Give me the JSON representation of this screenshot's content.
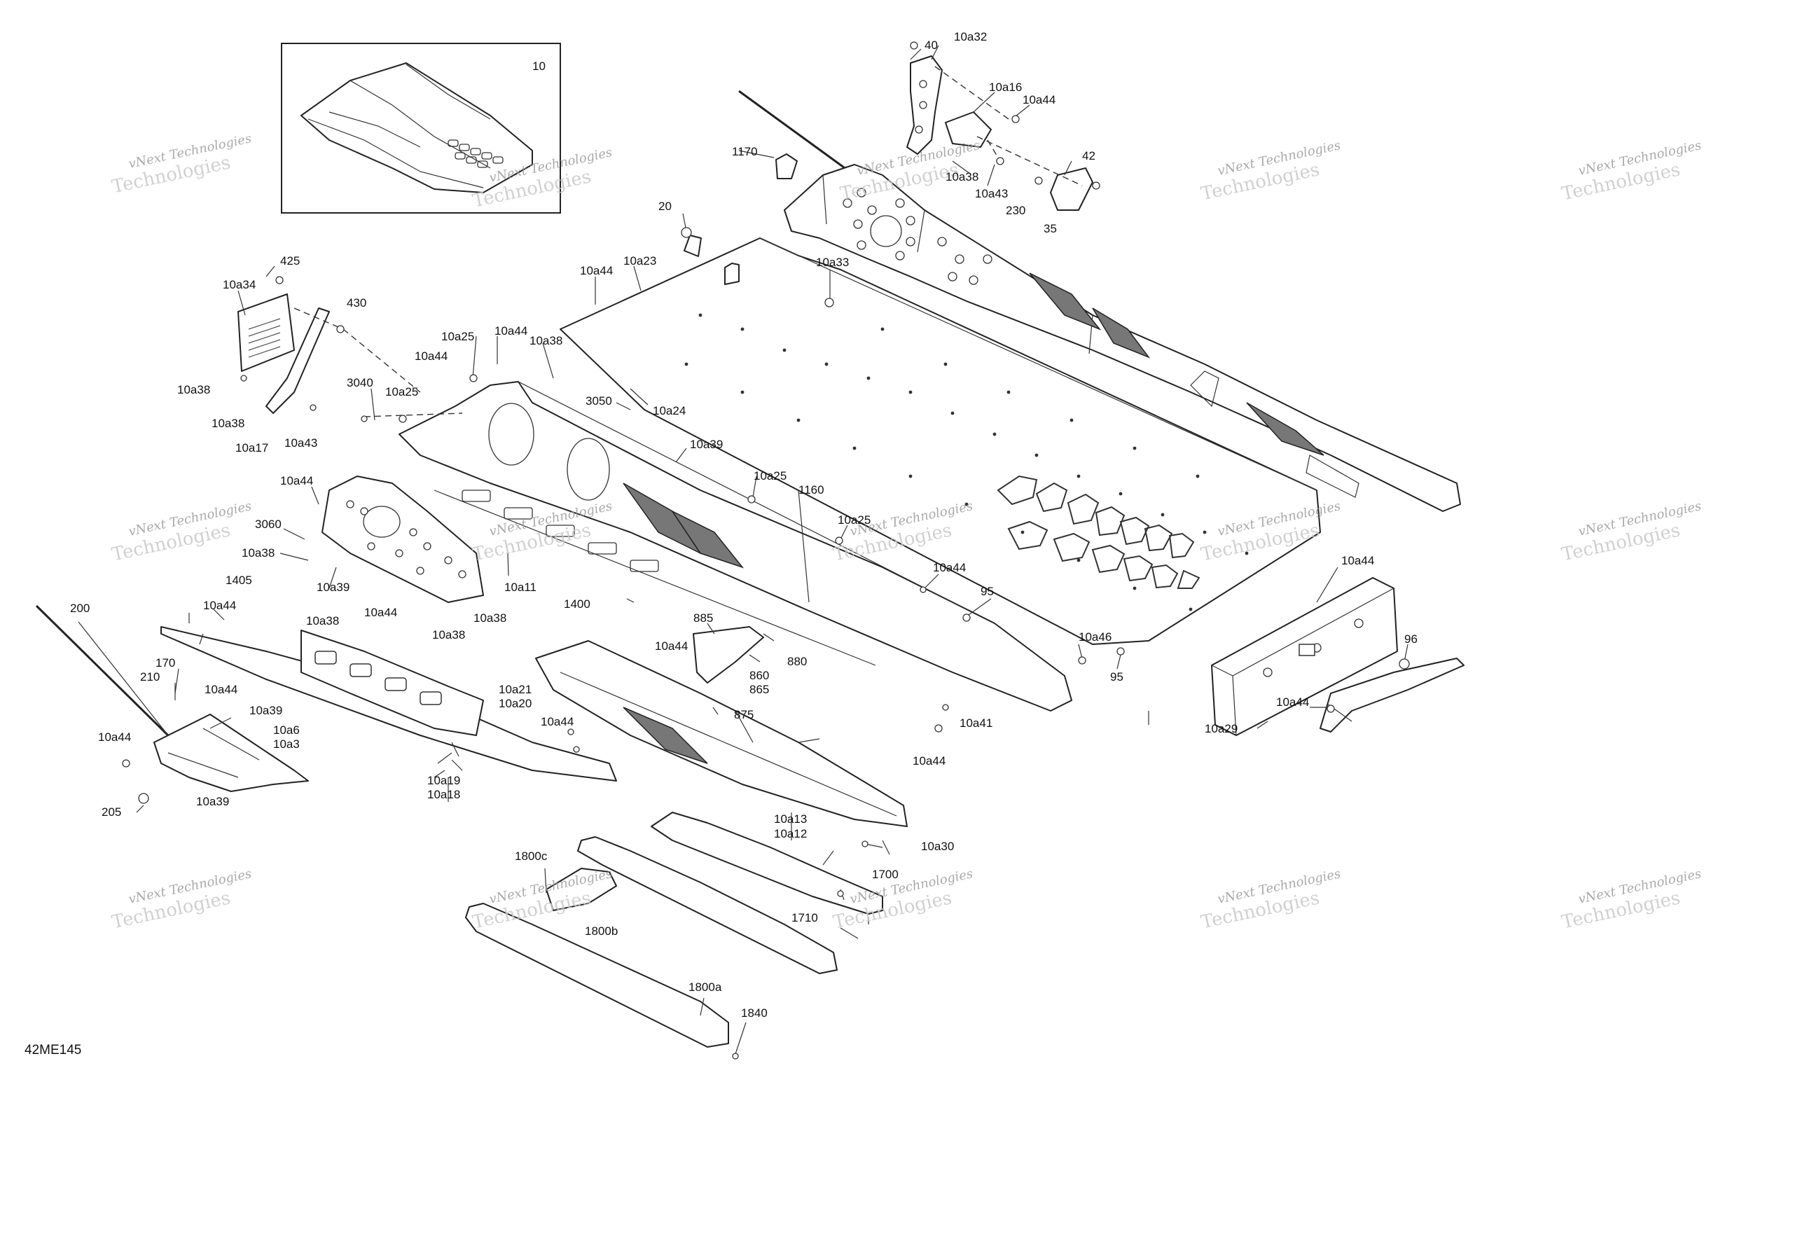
{
  "diagram_code": "42ME145",
  "watermark": {
    "line1": "vNext Technologies",
    "line2": "Technologies"
  },
  "callouts": [
    {
      "id": "c-10",
      "text": "10"
    },
    {
      "id": "c-10a32",
      "text": "10a32"
    },
    {
      "id": "c-40",
      "text": "40"
    },
    {
      "id": "c-10a16",
      "text": "10a16"
    },
    {
      "id": "c-10a44-top",
      "text": "10a44"
    },
    {
      "id": "c-1170",
      "text": "1170"
    },
    {
      "id": "c-10a38-top",
      "text": "10a38"
    },
    {
      "id": "c-10a43-top",
      "text": "10a43"
    },
    {
      "id": "c-42",
      "text": "42"
    },
    {
      "id": "c-230",
      "text": "230"
    },
    {
      "id": "c-35",
      "text": "35"
    },
    {
      "id": "c-20",
      "text": "20"
    },
    {
      "id": "c-10a23",
      "text": "10a23"
    },
    {
      "id": "c-10a44-a",
      "text": "10a44"
    },
    {
      "id": "c-10a33",
      "text": "10a33"
    },
    {
      "id": "c-425",
      "text": "425"
    },
    {
      "id": "c-10a34",
      "text": "10a34"
    },
    {
      "id": "c-430",
      "text": "430"
    },
    {
      "id": "c-10a25-a",
      "text": "10a25"
    },
    {
      "id": "c-10a44-b",
      "text": "10a44"
    },
    {
      "id": "c-10a38-a",
      "text": "10a38"
    },
    {
      "id": "c-10a44-c",
      "text": "10a44"
    },
    {
      "id": "c-3040",
      "text": "3040"
    },
    {
      "id": "c-10a25-b",
      "text": "10a25"
    },
    {
      "id": "c-3050",
      "text": "3050"
    },
    {
      "id": "c-10a24",
      "text": "10a24"
    },
    {
      "id": "c-10a38-b",
      "text": "10a38"
    },
    {
      "id": "c-10a38-c",
      "text": "10a38"
    },
    {
      "id": "c-10a17",
      "text": "10a17"
    },
    {
      "id": "c-10a43",
      "text": "10a43"
    },
    {
      "id": "c-10a39-a",
      "text": "10a39"
    },
    {
      "id": "c-10a25-c",
      "text": "10a25"
    },
    {
      "id": "c-1160",
      "text": "1160"
    },
    {
      "id": "c-10a44-d",
      "text": "10a44"
    },
    {
      "id": "c-3060",
      "text": "3060"
    },
    {
      "id": "c-10a38-d",
      "text": "10a38"
    },
    {
      "id": "c-1405",
      "text": "1405"
    },
    {
      "id": "c-10a39-b",
      "text": "10a39"
    },
    {
      "id": "c-10a11",
      "text": "10a11"
    },
    {
      "id": "c-10a25-d",
      "text": "10a25"
    },
    {
      "id": "c-10a44-e",
      "text": "10a44"
    },
    {
      "id": "c-95-a",
      "text": "95"
    },
    {
      "id": "c-10a44-f",
      "text": "10a44"
    },
    {
      "id": "c-1400",
      "text": "1400"
    },
    {
      "id": "c-885",
      "text": "885"
    },
    {
      "id": "c-10a38-e",
      "text": "10a38"
    },
    {
      "id": "c-10a38-f",
      "text": "10a38"
    },
    {
      "id": "c-10a44-g",
      "text": "10a44"
    },
    {
      "id": "c-200",
      "text": "200"
    },
    {
      "id": "c-10a44-h",
      "text": "10a44"
    },
    {
      "id": "c-10a38-g",
      "text": "10a38"
    },
    {
      "id": "c-10a44-i",
      "text": "10a44"
    },
    {
      "id": "c-860",
      "text": "860"
    },
    {
      "id": "c-865",
      "text": "865"
    },
    {
      "id": "c-880",
      "text": "880"
    },
    {
      "id": "c-10a46",
      "text": "10a46"
    },
    {
      "id": "c-96",
      "text": "96"
    },
    {
      "id": "c-95-b",
      "text": "95"
    },
    {
      "id": "c-170",
      "text": "170"
    },
    {
      "id": "c-210",
      "text": "210"
    },
    {
      "id": "c-10a44-j",
      "text": "10a44"
    },
    {
      "id": "c-10a21",
      "text": "10a21"
    },
    {
      "id": "c-10a20",
      "text": "10a20"
    },
    {
      "id": "c-875",
      "text": "875"
    },
    {
      "id": "c-10a41",
      "text": "10a41"
    },
    {
      "id": "c-10a44-k",
      "text": "10a44"
    },
    {
      "id": "c-10a29",
      "text": "10a29"
    },
    {
      "id": "c-10a39-c",
      "text": "10a39"
    },
    {
      "id": "c-10a44-l",
      "text": "10a44"
    },
    {
      "id": "c-10a44-m",
      "text": "10a44"
    },
    {
      "id": "c-10a6",
      "text": "10a6"
    },
    {
      "id": "c-10a3",
      "text": "10a3"
    },
    {
      "id": "c-10a44-n",
      "text": "10a44"
    },
    {
      "id": "c-10a19",
      "text": "10a19"
    },
    {
      "id": "c-10a18",
      "text": "10a18"
    },
    {
      "id": "c-10a39-d",
      "text": "10a39"
    },
    {
      "id": "c-205",
      "text": "205"
    },
    {
      "id": "c-10a13",
      "text": "10a13"
    },
    {
      "id": "c-10a12",
      "text": "10a12"
    },
    {
      "id": "c-10a30",
      "text": "10a30"
    },
    {
      "id": "c-1800c",
      "text": "1800c"
    },
    {
      "id": "c-1700",
      "text": "1700"
    },
    {
      "id": "c-1710",
      "text": "1710"
    },
    {
      "id": "c-1800b",
      "text": "1800b"
    },
    {
      "id": "c-1800a",
      "text": "1800a"
    },
    {
      "id": "c-1840",
      "text": "1840"
    }
  ]
}
